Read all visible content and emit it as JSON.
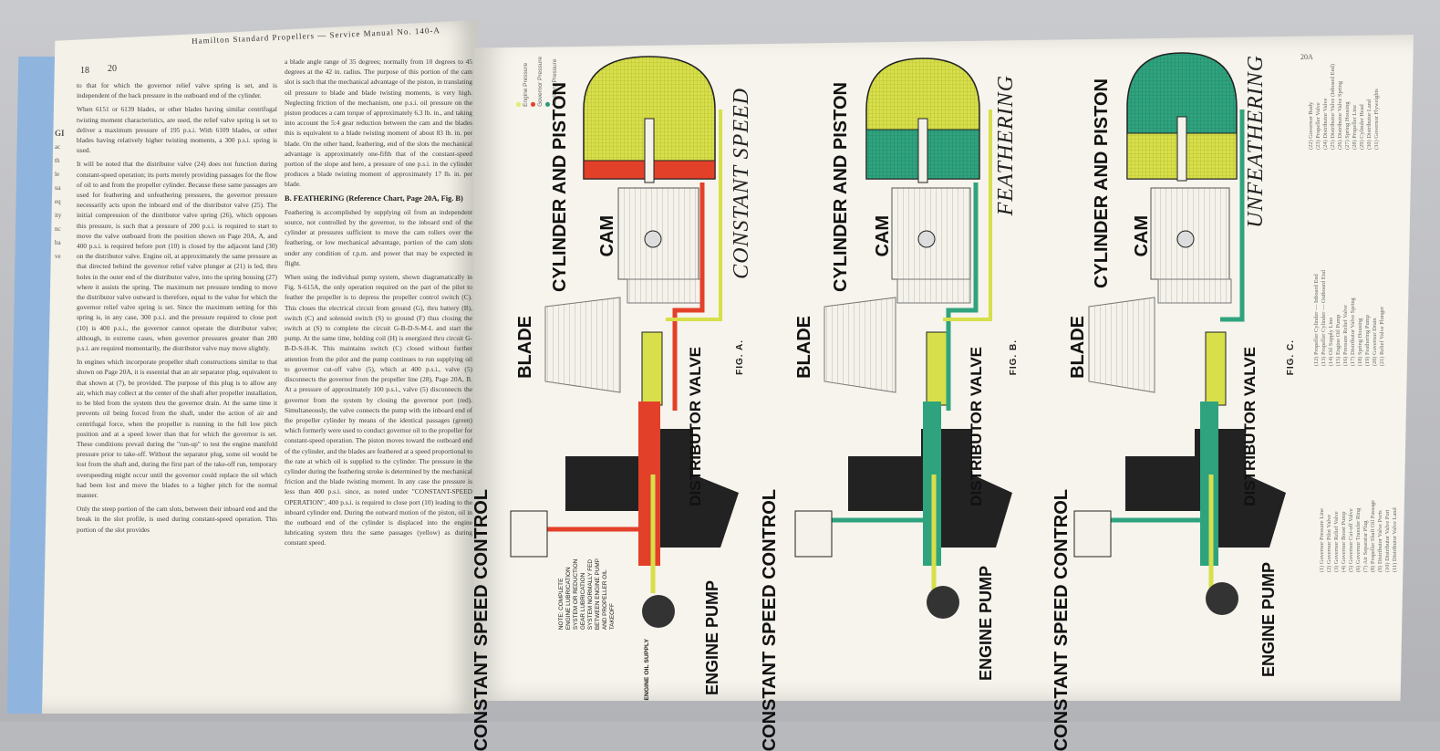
{
  "header": {
    "running_title": "Hamilton Standard Propellers — Service Manual No. 140-A",
    "left_page_number": "20",
    "left_margin_number": "18",
    "right_page_number": "20A"
  },
  "left_page": {
    "gutter_notes": [
      "GI",
      "ac",
      "th",
      "le",
      "ua",
      "eq",
      "ity",
      "nc",
      "ba",
      "ve"
    ],
    "column1": [
      "to that for which the governor relief valve spring is set, and is independent of the back pressure in the outboard end of the cylinder.",
      "When 6151 or 6139 blades, or other blades having similar centrifugal twisting moment characteristics, are used, the relief valve spring is set to deliver a maximum pressure of 195 p.s.i. With 6109 blades, or other blades having relatively higher twisting moments, a 300 p.s.i. spring is used.",
      "It will be noted that the distributor valve (24) does not function during constant-speed operation; its ports merely providing passages for the flow of oil to and from the propeller cylinder. Because these same passages are used for feathering and unfeathering pressures, the governor pressure necessarily acts upon the inboard end of the distributor valve (25). The initial compression of the distributor valve spring (26), which opposes this pressure, is such that a pressure of 200 p.s.i. is required to start to move the valve outboard from the position shown on Page 20A, A, and 400 p.s.i. is required before port (10) is closed by the adjacent land (30) on the distributor valve. Engine oil, at approximately the same pressure as that directed behind the governor relief valve plunger at (21) is led, thru holes in the outer end of the distributor valve, into the spring housing (27) where it assists the spring. The maximum net pressure tending to move the distributor valve outward is therefore, equal to the value for which the governor relief valve spring is set. Since the maximum setting for this spring is, in any case, 300 p.s.i. and the pressure required to close port (10) is 400 p.s.i., the governor cannot operate the distributor valve; although, in extreme cases, when governor pressures greater than 200 p.s.i. are required momentarily, the distributor valve may move slightly.",
      "In engines which incorporate propeller shaft constructions similar to that shown on Page 20A, it is essential that an air separator plug, equivalent to that shown at (7), be provided. The purpose of this plug is to allow any air, which may collect at the center of the shaft after propeller installation, to be bled from the system thru the governor drain. At the same time it prevents oil being forced from the shaft, under the action of air and centrifugal force, when the propeller is running in the full low pitch position and at a speed lower than that for which the governor is set. These conditions prevail during the \"run-up\" to test the engine manifold pressure prior to take-off. Without the separator plug, some oil would be lost from the shaft and, during the first part of the take-off run, temporary overspeeding might occur until the governor could replace the oil which had been lost and move the blades to a higher pitch for the normal manner.",
      "Only the steep portion of the cam slots, between their inboard end and the break in the slot profile, is used during constant-speed operation. This portion of the slot provides"
    ],
    "column2": [
      "a blade angle range of 35 degrees; normally from 10 degrees to 45 degrees at the 42 in. radius. The purpose of this portion of the cam slot is such that the mechanical advantage of the piston, in translating oil pressure to blade and blade twisting moments, is very high. Neglecting friction of the mechanism, one p.s.i. oil pressure on the piston produces a cam torque of approximately 6.3 lb. in., and taking into account the 5:4 gear reduction between the cam and the blades this is equivalent to a blade twisting moment of about 83 lb. in. per blade. On the other hand, feathering, end of the slots the mechanical advantage is approximately one-fifth that of the constant-speed portion of the slope and here, a pressure of one p.s.i. in the cylinder produces a blade twisting moment of approximately 17 lb. in. per blade."
    ],
    "heading_b": "B. FEATHERING (Reference Chart, Page 20A, Fig. B)",
    "column2b": [
      "Feathering is accomplished by supplying oil from an independent source, not controlled by the governor, to the inboard end of the cylinder at pressures sufficient to move the cam rollers over the feathering, or low mechanical advantage, portion of the cam slots under any condition of r.p.m. and power that may be expected in flight.",
      "When using the individual pump system, shown diagramatically in Fig. S-615A, the only operation required on the part of the pilot to feather the propeller is to depress the propeller control switch (C). This closes the electrical circuit from ground (G), thru battery (B), switch (C) and solenoid switch (S) to ground (F) thus closing the switch at (S) to complete the circuit G-B-D-S-M-L and start the pump. At the same time, holding coil (H) is energized thru circuit G-B-D-S-H-K. This maintains switch (C) closed without further attention from the pilot and the pump continues to run supplying oil to governor cut-off valve (5), which at 400 p.s.i., valve (5) disconnects the governor from the propeller line (28), Page 20A, B. At a pressure of approximately 100 p.s.i., valve (5) disconnects the governor from the system by closing the governor port (red). Simultaneously, the valve connects the pump with the inboard end of the propeller cylinder by means of the identical passages (green) which formerly were used to conduct governor oil to the propeller for constant-speed operation. The piston moves toward the outboard end of the cylinder, and the blades are feathered at a speed proportional to the rate at which oil is supplied to the cylinder. The pressure in the cylinder during the feathering stroke is determined by the mechanical friction and the blade twisting moment. In any case the pressure is less than 400 p.s.i. since, as noted under \"CONSTANT-SPEED OPERATION\", 400 p.s.i. is required to close port (10) leading to the inboard cylinder end. During the outward motion of the piston, oil in the outboard end of the cylinder is displaced into the engine lubricating system thru the same passages (yellow) as during constant speed."
    ]
  },
  "right_page": {
    "legend": [
      {
        "label": "Engine Pressure",
        "color": "#e8ea6a"
      },
      {
        "label": "Governor Pressure",
        "color": "#e3402a"
      },
      {
        "label": "Auxiliary Pressure",
        "color": "#2a9a7a"
      }
    ],
    "labels": {
      "cylinder": "CYLINDER AND PISTON",
      "cam": "CAM",
      "blade": "BLADE",
      "distributor": "DISTRIBUTOR VALVE",
      "control": "CONSTANT SPEED CONTROL",
      "pump": "ENGINE PUMP"
    },
    "figures": [
      {
        "title": "CONSTANT SPEED",
        "fig": "FIG. A."
      },
      {
        "title": "FEATHERING",
        "fig": "FIG. B."
      },
      {
        "title": "UNFEATHERING",
        "fig": "FIG. C."
      }
    ],
    "note": [
      "NOTE: COMPLETE",
      "ENGINE LUBRICATION",
      "SYSTEM OR REDUCTION",
      "GEAR LUBRICATION",
      "SYSTEM NORMALLY FED",
      "BETWEEN ENGINE PUMP",
      "AND PROPELLER OIL",
      "TAKEOFF"
    ],
    "engine_oil_supply": "ENGINE OIL SUPPLY",
    "parts_list_1": [
      "(1) Governor Pressure Line",
      "(2) Governor Pilot Valve",
      "(3) Governor Relief Valve",
      "(4) Governor Boost Pump",
      "(5) Governor Cut-off Valve",
      "(6) Governor Transfer Ring",
      "(7) Air Separator Plug",
      "(8) Propeller Shaft Oil Passage",
      "(9) Distributor Valve Ports",
      "(10) Distributor Valve Port",
      "(11) Distributor Valve Land"
    ],
    "parts_list_2": [
      "(12) Propeller Cylinder — Inboard End",
      "(13) Propeller Cylinder — Outboard End",
      "(14) Oil Supply Line",
      "(15) Engine Oil Pump",
      "(16) Pressure Relief Valve",
      "(17) Distributor Valve Spring",
      "(18) Spring Housing",
      "(19) Feathering Pump",
      "(20) Governor Drain",
      "(21) Relief Valve Plunger"
    ],
    "parts_list_3": [
      "(22) Governor Body",
      "(23) Propeller Valve",
      "(24) Distributor Valve",
      "(25) Distributor Valve (Inboard End)",
      "(26) Distributor Valve Spring",
      "(27) Spring Housing",
      "(28) Propeller Line",
      "(29) Cylinder Head",
      "(30) Distributor Land",
      "(31) Governor Flyweights"
    ]
  }
}
